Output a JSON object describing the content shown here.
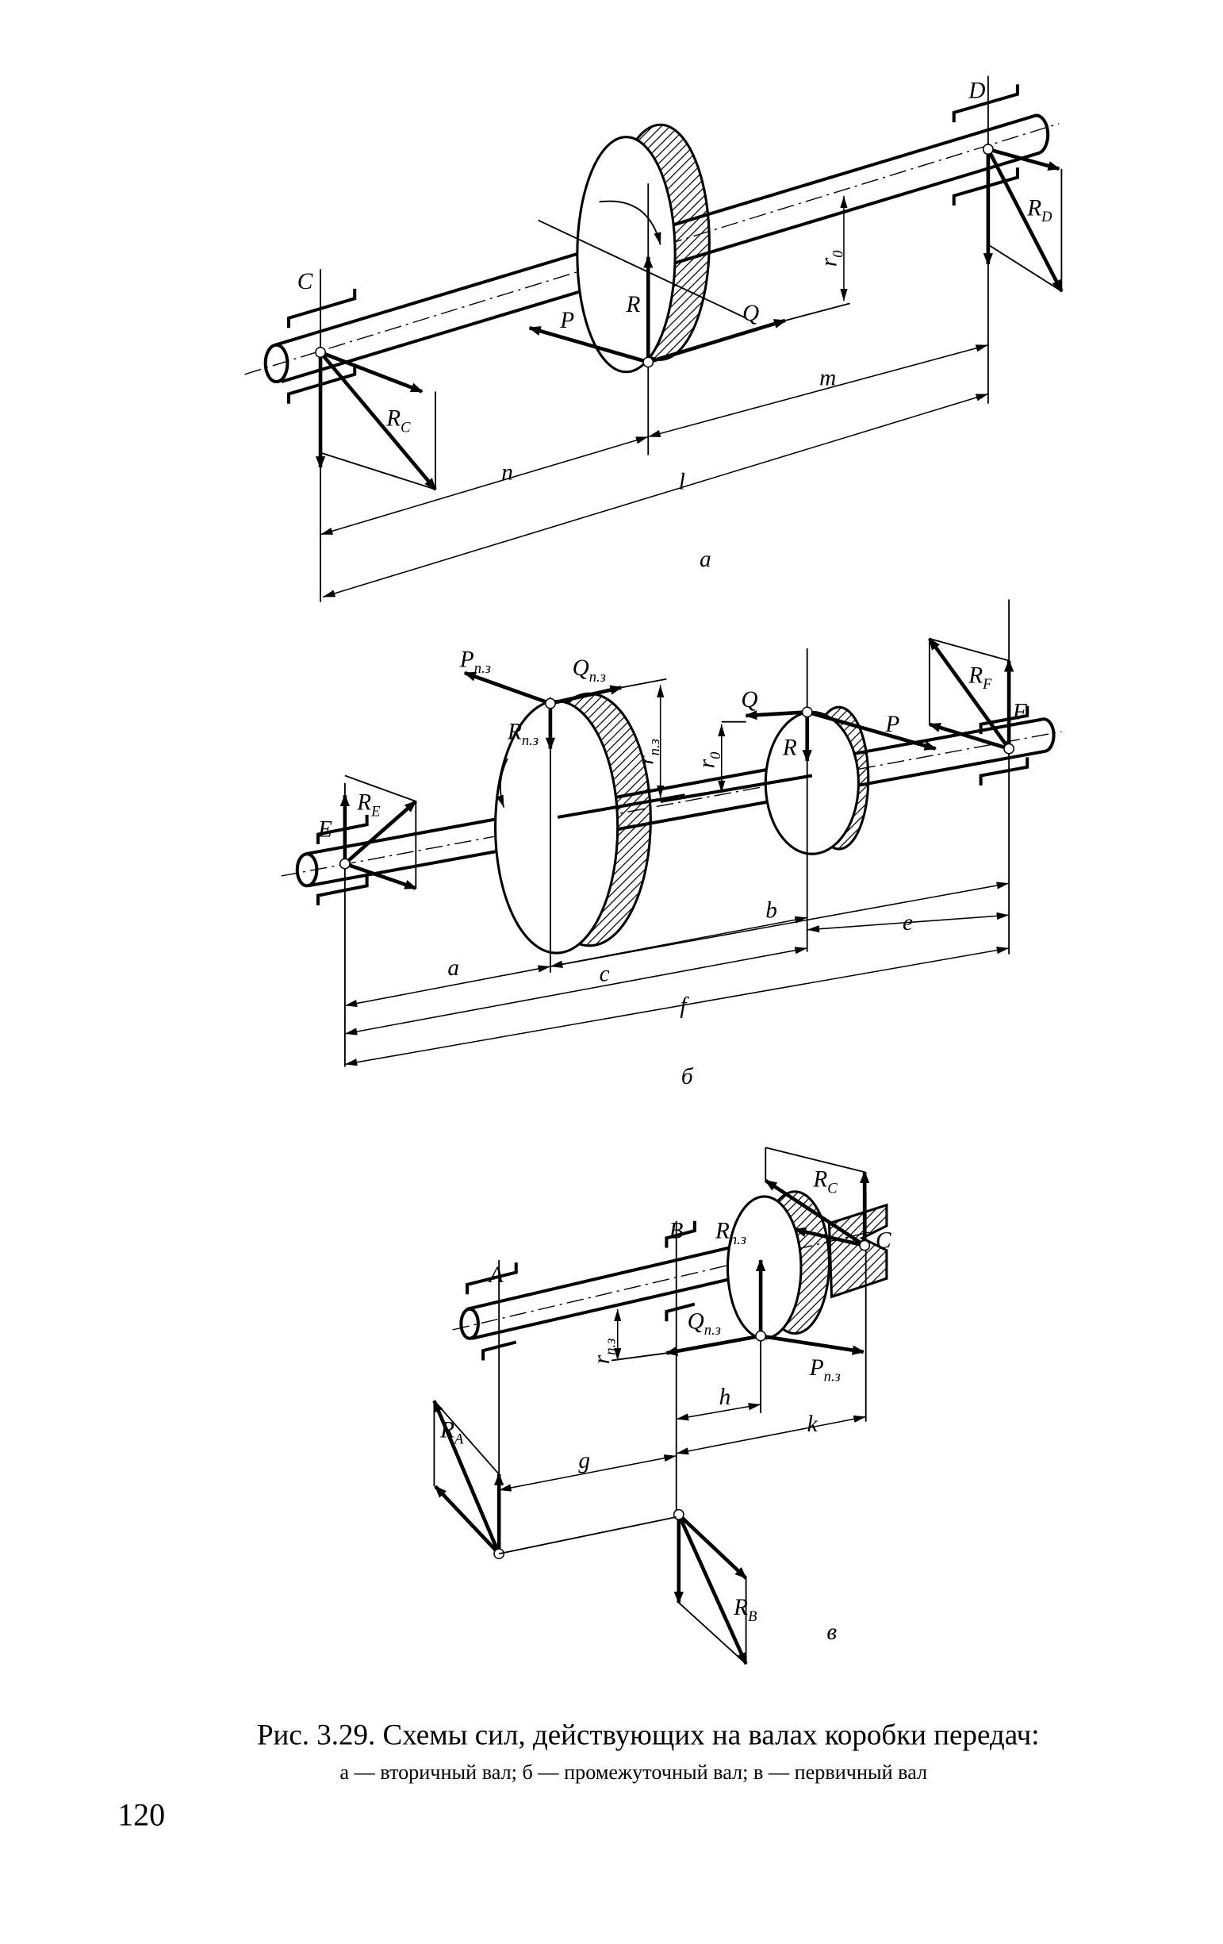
{
  "figure_a": {
    "panel": "а",
    "C": "C",
    "D": "D",
    "R_C": {
      "main": "R",
      "sub": "C"
    },
    "R_D": {
      "main": "R",
      "sub": "D"
    },
    "R": "R",
    "P": "P",
    "Q": "Q",
    "r0": {
      "main": "r",
      "sub": "0"
    },
    "n": "n",
    "l": "l",
    "m": "m"
  },
  "figure_b": {
    "panel": "б",
    "E": "E",
    "F": "F",
    "R_E": {
      "main": "R",
      "sub": "E"
    },
    "R_F": {
      "main": "R",
      "sub": "F"
    },
    "P_pz": {
      "main": "P",
      "sub": "п.з"
    },
    "Q_pz": {
      "main": "Q",
      "sub": "п.з"
    },
    "R_pz": {
      "main": "R",
      "sub": "п.з"
    },
    "r_pz": {
      "main": "r",
      "sub": "п.з"
    },
    "r0": {
      "main": "r",
      "sub": "0"
    },
    "Q": "Q",
    "R": "R",
    "P": "P",
    "a": "a",
    "b": "b",
    "c": "c",
    "e": "e",
    "f": "f"
  },
  "figure_v": {
    "panel": "в",
    "A": "A",
    "B": "B",
    "C": "C",
    "R_A": {
      "main": "R",
      "sub": "A"
    },
    "R_B": {
      "main": "R",
      "sub": "B"
    },
    "R_C": {
      "main": "R",
      "sub": "C"
    },
    "R_pz": {
      "main": "R",
      "sub": "п.з"
    },
    "Q_pz": {
      "main": "Q",
      "sub": "п.з"
    },
    "P_pz": {
      "main": "P",
      "sub": "п.з"
    },
    "r_pz": {
      "main": "r",
      "sub": "п.з"
    },
    "g": "g",
    "h": "h",
    "k": "k"
  },
  "caption": {
    "title": "Рис. 3.29. Схемы сил, действующих на валах коробки передач:",
    "legend": "а — вторичный вал; б — промежуточный вал; в — первичный вал"
  },
  "page_number": "120"
}
